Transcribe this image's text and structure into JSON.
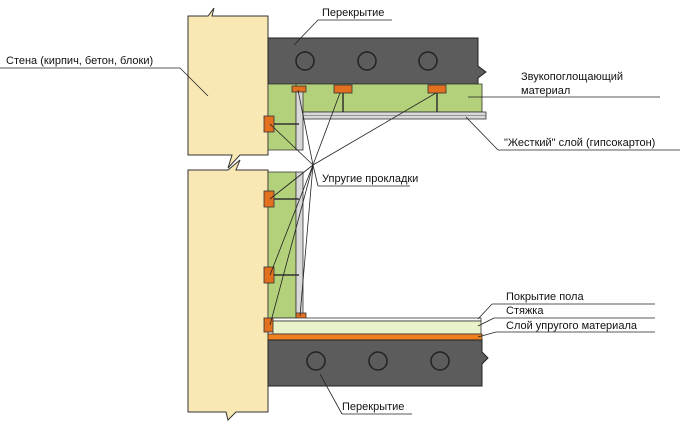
{
  "labels": {
    "slab_top": "Перекрытие",
    "wall": "Стена (кирпич, бетон, блоки)",
    "sound_absorbing_1": "Звукопоглощающий",
    "sound_absorbing_2": "материал",
    "rigid_layer": "\"Жесткий\" слой  (гипсокартон)",
    "elastic_pads": "Упругие прокладки",
    "floor_covering": "Покрытие пола",
    "screed": "Стяжка",
    "elastic_layer": "Слой упругого материала",
    "slab_bottom": "Перекрытие"
  },
  "colors": {
    "wall": "#f9e7b4",
    "slab": "#5c5c5c",
    "slab_hole": "#444444",
    "absorber": "#b3d07a",
    "pad": "#e2701f",
    "screed": "#e9f2c9",
    "elastic_layer": "#ef7f1f",
    "gypsum": "#d9d9d9"
  }
}
